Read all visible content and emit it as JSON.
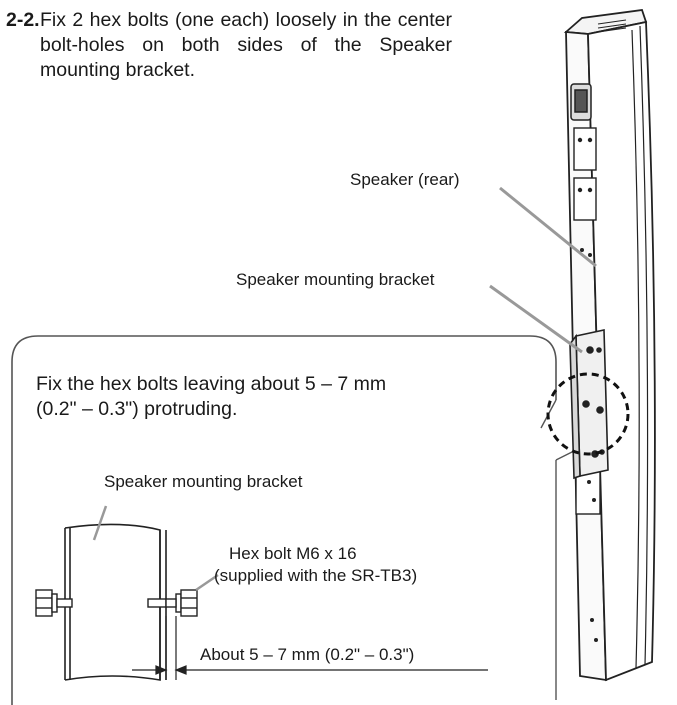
{
  "step": {
    "number": "2-2.",
    "text": "Fix 2 hex bolts (one each) loosely in the center bolt-holes on both sides of the Speaker mounting bracket."
  },
  "labels": {
    "speaker_rear": "Speaker (rear)",
    "speaker_mounting_bracket": "Speaker mounting bracket"
  },
  "callout": {
    "instruction": "Fix the hex bolts leaving about 5 – 7 mm (0.2\" – 0.3\") protruding.",
    "bracket_label": "Speaker mounting bracket",
    "bolt_label_line1": "Hex bolt M6 x 16",
    "bolt_label_line2": "(supplied with the SR-TB3)",
    "dimension_label": "About 5 – 7 mm (0.2\" – 0.3\")"
  }
}
